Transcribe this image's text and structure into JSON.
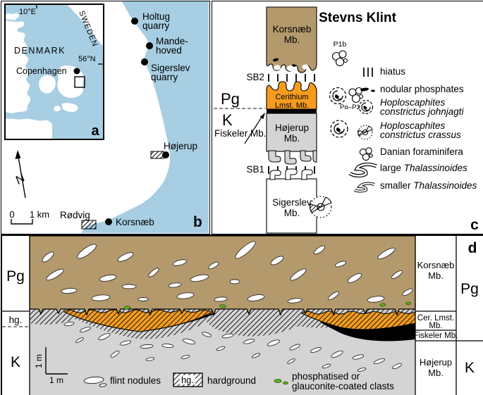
{
  "colors": {
    "sea": "#a7cee3",
    "land": "#ffffff",
    "brown": "#b3996c",
    "orange": "#f59c1f",
    "chalk_gray": "#d4d4d4",
    "fiskeler_black": "#000000",
    "clast_green": "#5fae1e"
  },
  "panel_a": {
    "letter": "a",
    "lon_label": "10°E",
    "lat_label": "56°N",
    "sweden": "SWEDEN",
    "denmark": "DENMARK",
    "copenhagen": "Copenhagen"
  },
  "panel_b": {
    "letter": "b",
    "north": "N",
    "scale_zero": "0",
    "scale_km": "1 km",
    "holtug_l1": "Holtug",
    "holtug_l2": "quarry",
    "mande_l1": "Mande-",
    "mande_l2": "hoved",
    "sigerslev_l1": "Sigerslev",
    "sigerslev_l2": "quarry",
    "hojerup": "Højerup",
    "rodvig": "Rødvig",
    "korsnaeb": "Korsnæb"
  },
  "panel_c": {
    "letter": "c",
    "title": "Stevns Klint",
    "pg": "Pg",
    "k": "K",
    "sb2": "SB2",
    "sb1": "SB1",
    "fiskeler": "Fiskeler Mb.",
    "p1b": "P1b",
    "pa_p1a": "Pα–P1a",
    "members": {
      "korsnaeb_l1": "Korsnæb",
      "korsnaeb_l2": "Mb.",
      "cerithium_l1": "Cerithium",
      "cerithium_l2": "Lmst. Mb.",
      "hojerup_l1": "Højerup",
      "hojerup_l2": "Mb.",
      "sigerslev_l1": "Sigerslev",
      "sigerslev_l2": "Mb."
    },
    "legend": {
      "hiatus": "hiatus",
      "nodular": "nodular phosphates",
      "hoplo1_l1": "Hoploscaphites",
      "hoplo1_l2": "constrictus johnjagti",
      "hoplo2_l1": "Hoploscaphites",
      "hoplo2_l2": "constrictus crassus",
      "danian": "Danian foraminifera",
      "large_prefix": "large ",
      "large_name": "Thalassinoides",
      "smaller_prefix": "smaller ",
      "smaller_name": "Thalassinoides"
    }
  },
  "panel_d": {
    "letter": "d",
    "pg_left": "Pg",
    "hg_left": "hg.",
    "k_left": "K",
    "scale_v": "1 m",
    "scale_h": "1 m",
    "legend": {
      "flint": "flint nodules",
      "hg_box": "hg.",
      "hardground": "hardground",
      "clasts_l1": "phosphatised or",
      "clasts_l2": "glauconite-coated clasts"
    },
    "columns": {
      "korsnaeb_l1": "Korsnæb",
      "korsnaeb_l2": "Mb.",
      "cer_l1": "Cer. Lmst.",
      "cer_l2": "Mb.",
      "fiskeler": "Fiskeler Mb.",
      "hojerup_l1": "Højerup",
      "hojerup_l2": "Mb.",
      "pg": "Pg",
      "k": "K"
    }
  }
}
